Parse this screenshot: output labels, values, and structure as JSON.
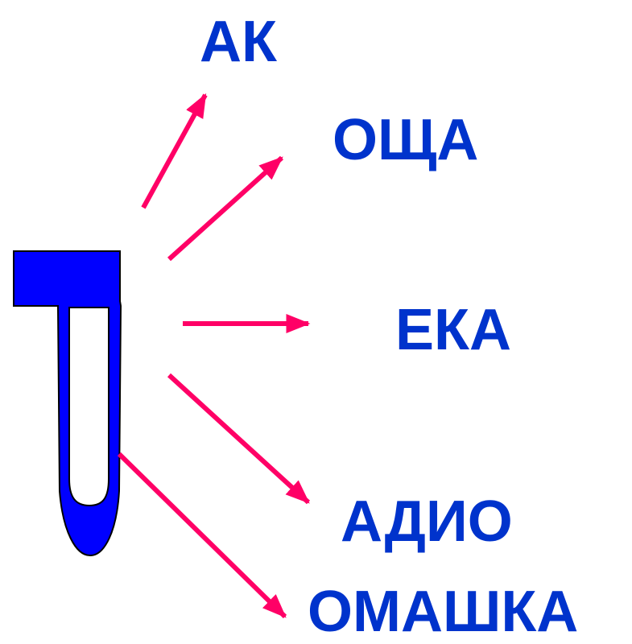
{
  "letter": {
    "icon": "letter-r-shape",
    "fill": "#0000ff",
    "outline": "#000000"
  },
  "arrows": {
    "color": "#ff0066"
  },
  "words": {
    "color": "#0033cc",
    "items": [
      "АК",
      "ОЩА",
      "ЕКА",
      "АДИО",
      "ОМАШКА"
    ]
  }
}
